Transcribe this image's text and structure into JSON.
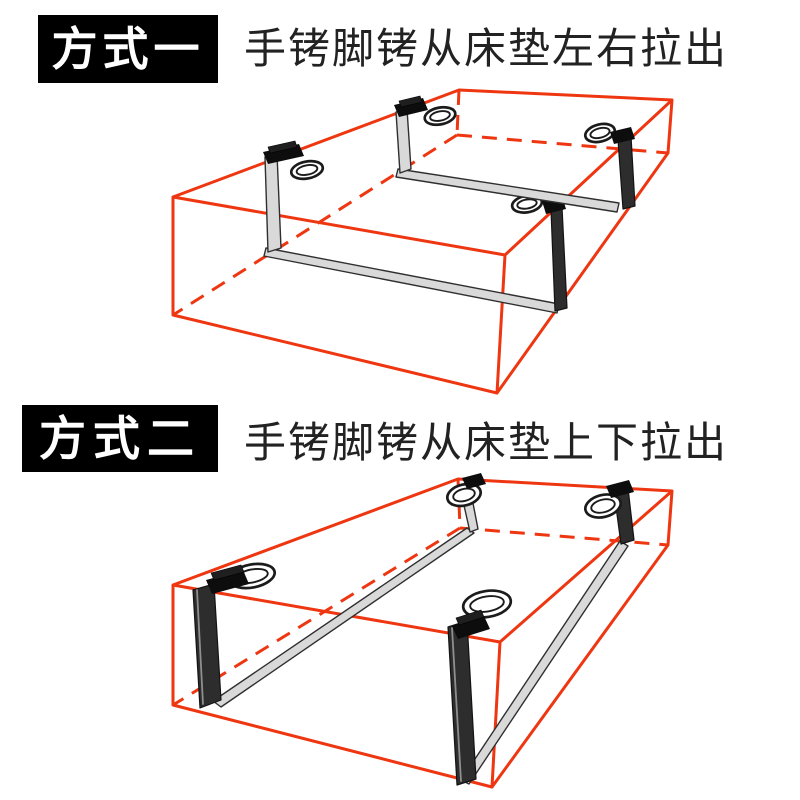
{
  "colors": {
    "wireframe_red": "#ee3611",
    "strap_dark": "#2d2d2d",
    "strap_light": "#d9d9d9",
    "ring_outline": "#1b1b1b",
    "badge_bg": "#000000",
    "badge_text": "#ffffff",
    "description_text": "#222222",
    "background": "#ffffff"
  },
  "sections": [
    {
      "badge": "方式一",
      "description": "手铐脚铐从床垫左右拉出",
      "diagram": "mattress wireframe with 2 straps wrapped across the width, 4 rings at left and right edges",
      "straps": 2,
      "rings": 4
    },
    {
      "badge": "方式二",
      "description": "手铐脚铐从床垫上下拉出",
      "diagram": "mattress wireframe with 2 straps wrapped along the length, 4 rings at head and foot edges",
      "straps": 2,
      "rings": 4
    }
  ]
}
